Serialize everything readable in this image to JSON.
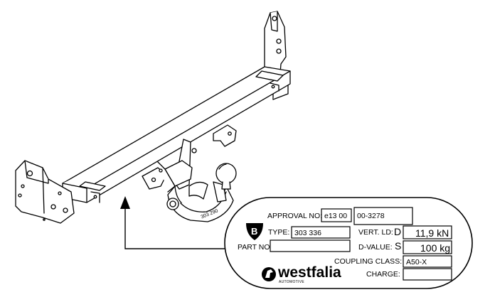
{
  "plate": {
    "approval_label": "APPROVAL NO:",
    "approval_prefix": "e13 00",
    "approval_number": "00-3278",
    "b_mark": "B",
    "type_label": "TYPE:",
    "type_value": "303 336",
    "vert_ld_label": "VERT. LD:",
    "vert_ld_letter": "D",
    "vert_ld_value": "11,9 kN",
    "part_no_label": "PART NO:",
    "part_no_value": "",
    "d_value_label": "D-VALUE:",
    "d_value_letter": "S",
    "d_value_value": "100 kg",
    "coupling_class_label": "COUPLING CLASS:",
    "coupling_class_value": "A50-X",
    "charge_label": "CHARGE:",
    "charge_value": "",
    "brand_name": "westfalia",
    "brand_sub": "AUTOMOTIVE"
  },
  "hitch": {
    "ball_stamp": "303 290"
  },
  "colors": {
    "line": "#000000",
    "paper": "#ffffff"
  }
}
